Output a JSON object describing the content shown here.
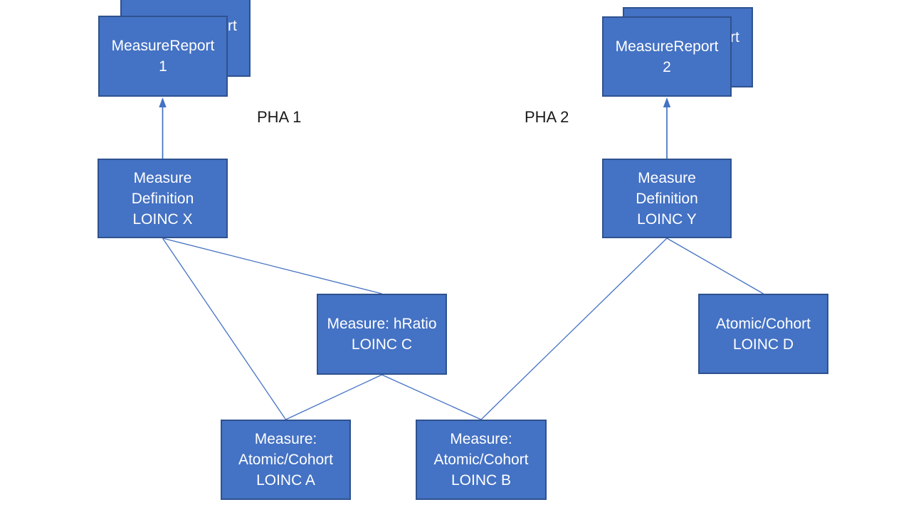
{
  "colors": {
    "canvas_bg": "#FFFFFF",
    "node_fill": "#4472C4",
    "node_border": "#2F528F",
    "node_text": "#FFFFFF",
    "connector": "#4472C4",
    "label_text": "#1A1A1A"
  },
  "labels": {
    "pha1": "PHA 1",
    "pha2": "PHA 2"
  },
  "nodes": {
    "report1_back": {
      "line1": "MeasureReport",
      "line2": ""
    },
    "report1_front": {
      "line1": "MeasureReport",
      "line2": "1"
    },
    "report2_back": {
      "line1": "MeasureReport",
      "line2": ""
    },
    "report2_front": {
      "line1": "MeasureReport",
      "line2": "2"
    },
    "measure_def_x": {
      "line1": "Measure",
      "line2": "Definition",
      "line3": "LOINC X"
    },
    "measure_def_y": {
      "line1": "Measure",
      "line2": "Definition",
      "line3": "LOINC Y"
    },
    "measure_hratio_c": {
      "line1": "Measure: hRatio",
      "line2": "LOINC C"
    },
    "atomic_cohort_d": {
      "line1": "Atomic/Cohort",
      "line2": "LOINC D"
    },
    "measure_atomic_a": {
      "line1": "Measure:",
      "line2": "Atomic/Cohort",
      "line3": "LOINC A"
    },
    "measure_atomic_b": {
      "line1": "Measure:",
      "line2": "Atomic/Cohort",
      "line3": "LOINC B"
    }
  },
  "edges": [
    {
      "from": "measure_def_x",
      "to": "report1_front",
      "type": "arrow"
    },
    {
      "from": "measure_def_y",
      "to": "report2_front",
      "type": "arrow"
    },
    {
      "from": "measure_def_x",
      "to": "measure_hratio_c",
      "type": "line"
    },
    {
      "from": "measure_def_x",
      "to": "measure_atomic_a",
      "type": "line"
    },
    {
      "from": "measure_hratio_c",
      "to": "measure_atomic_a",
      "type": "line"
    },
    {
      "from": "measure_hratio_c",
      "to": "measure_atomic_b",
      "type": "line"
    },
    {
      "from": "measure_def_y",
      "to": "measure_atomic_b",
      "type": "line"
    },
    {
      "from": "measure_def_y",
      "to": "atomic_cohort_d",
      "type": "line"
    }
  ]
}
